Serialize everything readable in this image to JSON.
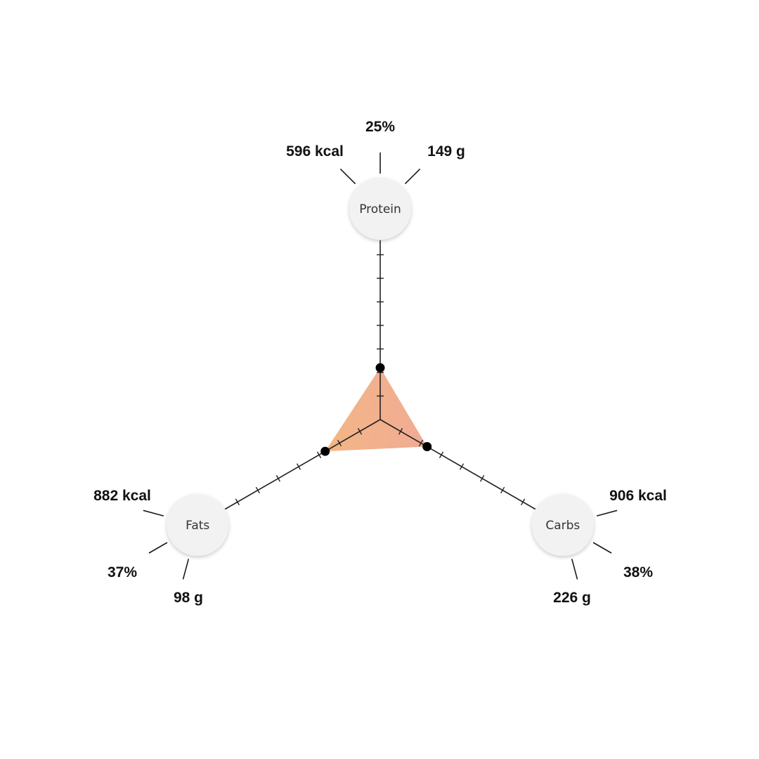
{
  "chart_data": {
    "type": "radar",
    "scale_max": 10,
    "fill_colors": {
      "start": "#f2b07a",
      "end": "#efa48c"
    },
    "axis_color": "#222222",
    "point_color": "#000000",
    "node_color": "#f2f2f2",
    "axes": [
      {
        "key": "protein",
        "name": "Protein",
        "value": 2.2,
        "percent": "25%",
        "kcal": "596 kcal",
        "grams": "149 g"
      },
      {
        "key": "carbs",
        "name": "Carbs",
        "value": 2.3,
        "percent": "38%",
        "kcal": "906 kcal",
        "grams": "226 g"
      },
      {
        "key": "fats",
        "name": "Fats",
        "value": 2.7,
        "percent": "37%",
        "kcal": "882 kcal",
        "grams": "98 g"
      }
    ]
  }
}
